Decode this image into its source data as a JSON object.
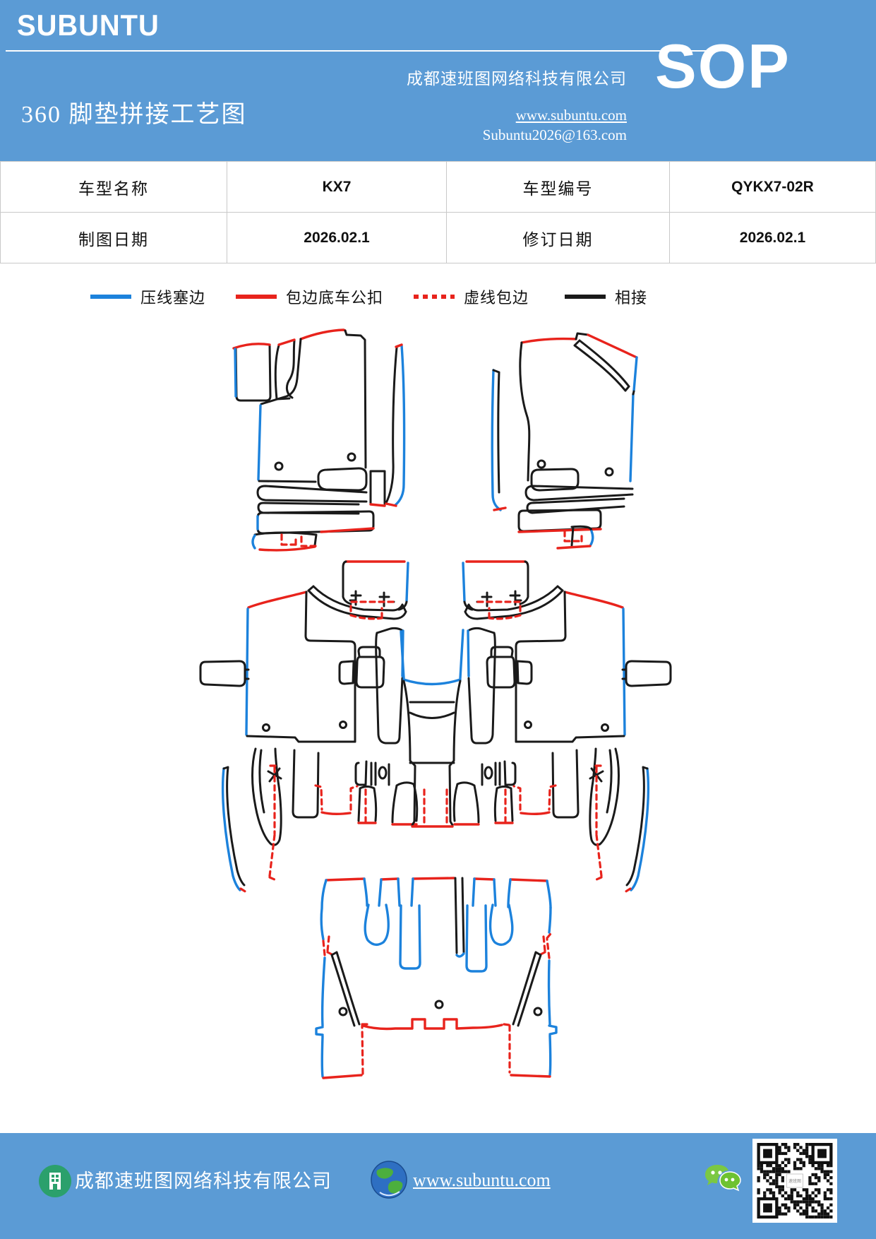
{
  "header": {
    "logo": "SUBUNTU",
    "title": "360 脚垫拼接工艺图",
    "company": "成都速班图网络科技有限公司",
    "website": "www.subuntu.com",
    "email": "Subuntu2026@163.com",
    "sop_label": "SOP"
  },
  "info_table": {
    "rows": [
      [
        "车型名称",
        "KX7",
        "车型编号",
        "QYKX7-02R"
      ],
      [
        "制图日期",
        "2026.02.1",
        "修订日期",
        "2026.02.1"
      ]
    ]
  },
  "legend": {
    "items": [
      {
        "label": "压线塞边",
        "color": "#1C82DC",
        "style": "solid"
      },
      {
        "label": "包边底车公扣",
        "color": "#E8231C",
        "style": "solid"
      },
      {
        "label": "虚线包边",
        "color": "#E8231C",
        "style": "dotted"
      },
      {
        "label": "相接",
        "color": "#1A1A1A",
        "style": "solid"
      }
    ]
  },
  "diagram": {
    "description": "360 全包围脚垫裁片拼接工艺图：上排为前排左右脚垫裁片，中排为二排整体脚垫（左右对称）及中央通道件，下排为后备箱/三排脚垫裁片",
    "line_colors": {
      "blue": "#1C82DC",
      "red": "#E8231C",
      "black": "#1A1A1A"
    },
    "pieces": [
      "front-left-mat",
      "front-right-mat",
      "middle-row-left-panel",
      "middle-row-right-panel",
      "left-seat-bracket",
      "right-seat-bracket",
      "center-tunnel",
      "trunk-mat"
    ]
  },
  "footer": {
    "company": "成都速班图网络科技有限公司",
    "website": "www.subuntu.com",
    "accent_blue": "#5B9BD5"
  }
}
